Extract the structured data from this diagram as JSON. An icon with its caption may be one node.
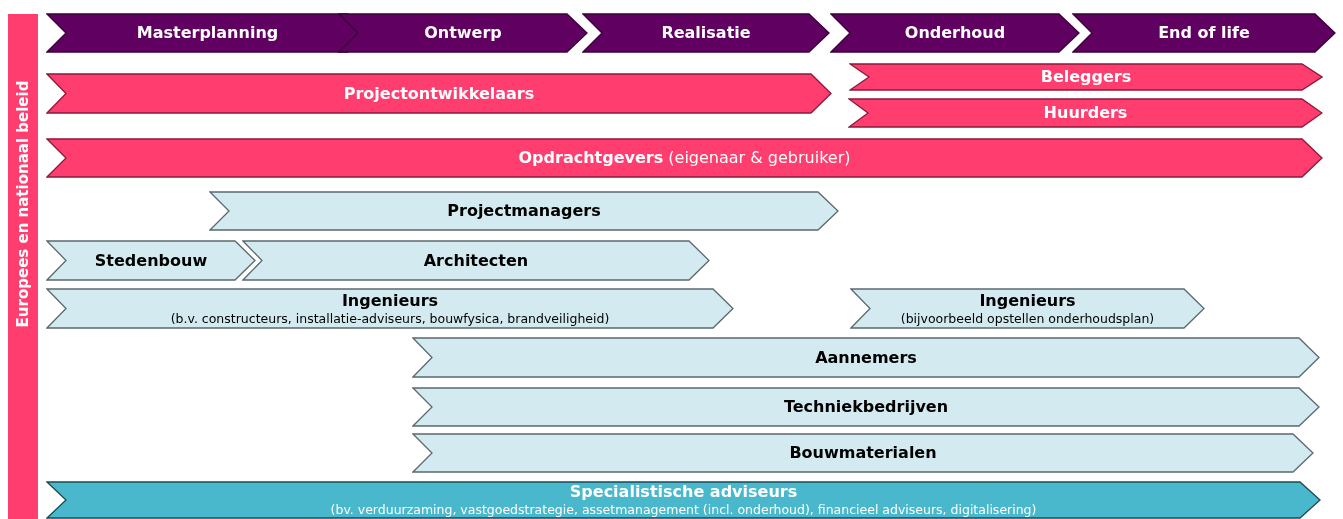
{
  "diagram": {
    "nodes": [
      {
        "text": [
          "Europees en nationaal beleid"
        ]
      },
      {
        "text": [
          "Masterplanning"
        ]
      },
      {
        "text": [
          "Ontwerp"
        ]
      },
      {
        "text": [
          "Realisatie"
        ]
      },
      {
        "text": [
          "Onderhoud"
        ]
      },
      {
        "text": [
          "End of life"
        ]
      },
      {
        "text": [
          "Projectontwikkelaars"
        ]
      },
      {
        "text": [
          "Beleggers"
        ]
      },
      {
        "text": [
          "Huurders"
        ]
      },
      {
        "text": [
          "**Opdrachtgevers** (eigenaar & gebruiker)"
        ]
      },
      {
        "text": [
          "Projectmanagers"
        ]
      },
      {
        "text": [
          "Stedenbouw"
        ]
      },
      {
        "text": [
          "Architecten"
        ]
      },
      {
        "text": [
          "Ingenieurs",
          "(b.v. constructeurs, installatie-adviseurs, bouwfysica, brandveiligheid)"
        ]
      },
      {
        "text": [
          "Ingenieurs",
          "(bijvoorbeeld opstellen onderhoudsplan)"
        ]
      },
      {
        "text": [
          "Aannemers"
        ]
      },
      {
        "text": [
          "Techniekbedrijven"
        ]
      },
      {
        "text": [
          "Bouwmaterialen"
        ]
      },
      {
        "text": [
          "Specialistische adviseurs",
          "(bv. verduurzaming, vastgoedstrategie, assetmanagement (incl. onderhoud), financieel adviseurs, digitalisering)"
        ]
      }
    ]
  }
}
